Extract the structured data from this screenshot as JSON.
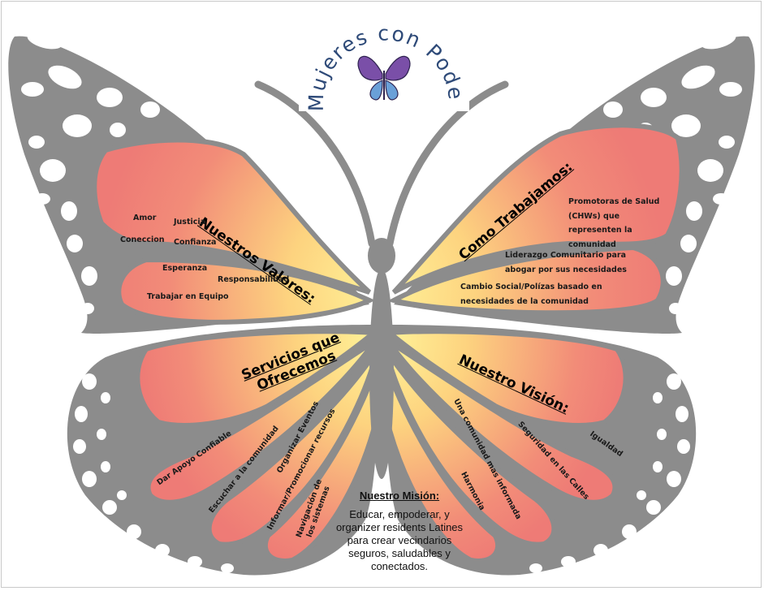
{
  "logo": {
    "text": "Mujeres con Poder"
  },
  "values": {
    "heading": "Nuestros Valores:",
    "items": [
      "Amor",
      "Justicia",
      "Coneccion",
      "Confianza",
      "Esperanza",
      "Responsabilidad",
      "Trabajar en Equipo"
    ]
  },
  "work": {
    "heading": "Como Trabajamos:",
    "items": [
      "Promotoras de Salud (CHWs) que representen la comunidad",
      "Liderazgo Comunitario para abogar por sus necesidades",
      "Cambio Social/Polízas basado en necesidades de la comunidad"
    ]
  },
  "services": {
    "heading_line1": "Servicios que",
    "heading_line2": "Ofrecemos",
    "items": [
      "Dar Apoyo Confiable",
      "Escuchar a la comunidad",
      "Organizar Eventos",
      "Informar/Promocionar recursos",
      "Navigación de los sistemas"
    ]
  },
  "vision": {
    "heading": "Nuestro Visión:",
    "items": [
      "Una comunidad mas informada",
      "Seguridad en las Calles",
      "Igualdad",
      "Harmonia"
    ]
  },
  "mission": {
    "title": "Nuestro Misión:",
    "body": "Educar, empoderar, y organizer residents Latines para crear vecindarios seguros, saludables y conectados."
  },
  "colors": {
    "wing_gray": "#8c8c8c",
    "panel_coral": "#f07f79",
    "panel_yellow": "#fde98a",
    "logo_text": "#2e4a78",
    "logo_butterfly": "#7a4fa8"
  }
}
